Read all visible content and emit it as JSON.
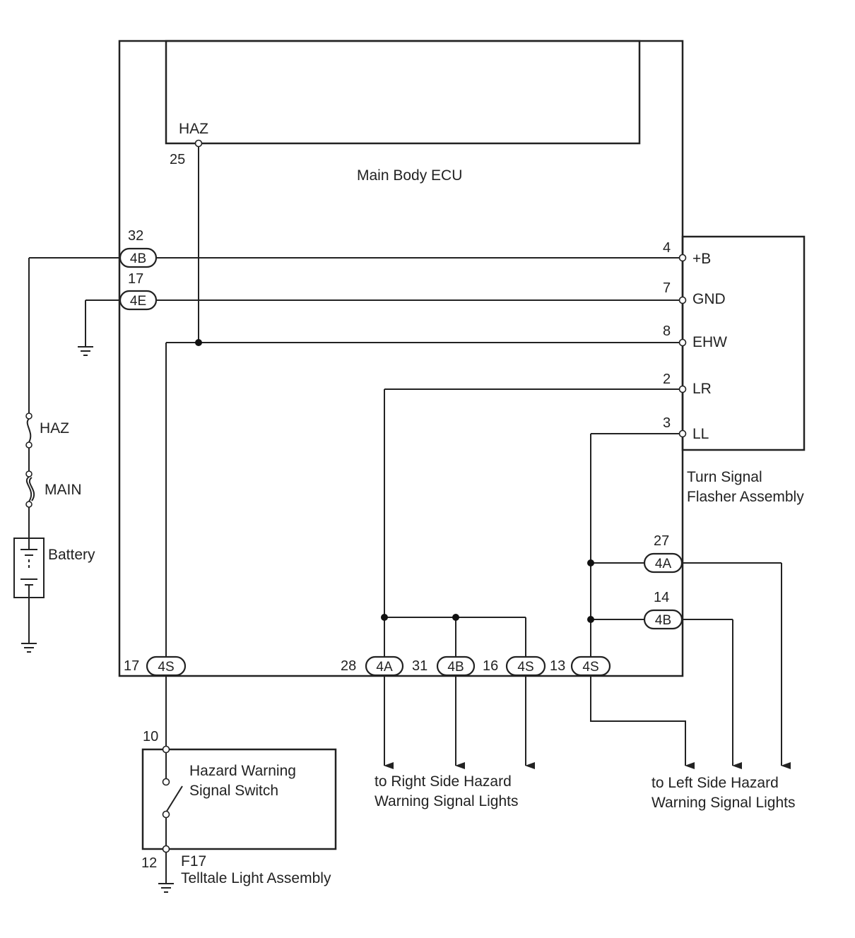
{
  "ecu": {
    "label": "Main Body ECU",
    "inner_pin_name": "HAZ",
    "inner_pin_number": "25"
  },
  "flasher": {
    "label_line1": "Turn Signal",
    "label_line2": "Flasher Assembly",
    "pins": [
      {
        "number": "4",
        "name": "+B"
      },
      {
        "number": "7",
        "name": "GND"
      },
      {
        "number": "8",
        "name": "EHW"
      },
      {
        "number": "2",
        "name": "LR"
      },
      {
        "number": "3",
        "name": "LL"
      }
    ]
  },
  "left_connectors": [
    {
      "number": "32",
      "code": "4B"
    },
    {
      "number": "17",
      "code": "4E"
    }
  ],
  "bottom_connectors": [
    {
      "number": "17",
      "code": "4S"
    },
    {
      "number": "28",
      "code": "4A"
    },
    {
      "number": "31",
      "code": "4B"
    },
    {
      "number": "16",
      "code": "4S"
    },
    {
      "number": "13",
      "code": "4S"
    }
  ],
  "right_connectors": [
    {
      "number": "27",
      "code": "4A"
    },
    {
      "number": "14",
      "code": "4B"
    }
  ],
  "fuses": {
    "haz": "HAZ",
    "main": "MAIN"
  },
  "battery": {
    "label": "Battery"
  },
  "switch": {
    "label_line1": "Hazard Warning",
    "label_line2": "Signal Switch",
    "pin_top": "10",
    "pin_bottom": "12",
    "code": "F17",
    "assembly": "Telltale Light Assembly"
  },
  "outputs": {
    "right_line1": "to Right Side Hazard",
    "right_line2": "Warning Signal Lights",
    "left_line1": "to Left Side Hazard",
    "left_line2": "Warning Signal Lights"
  }
}
